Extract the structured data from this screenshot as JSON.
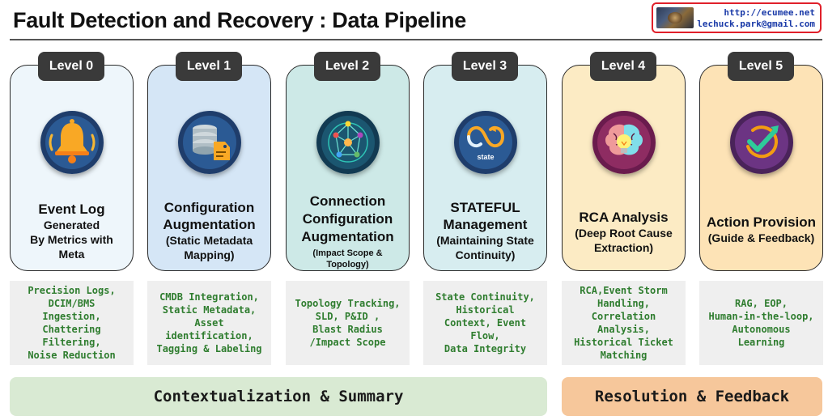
{
  "title": "Fault Detection and Recovery : Data Pipeline",
  "credit": {
    "url": "http://ecumee.net",
    "email": "lechuck.park@gmail.com"
  },
  "levels": [
    {
      "badge": "Level 0",
      "icon": "bell-icon",
      "heading": "Event Log",
      "sub": "Generated\nBy Metrics with\nMeta",
      "details": "Precision Logs,\nDCIM/BMS\nIngestion,\nChattering\nFiltering,\nNoise Reduction"
    },
    {
      "badge": "Level 1",
      "icon": "database-tag-icon",
      "heading": "Configuration\nAugmentation",
      "sub": "(Static Metadata\nMapping)",
      "details": "CMDB Integration,\nStatic Metadata,\nAsset\nidentification,\nTagging & Labeling"
    },
    {
      "badge": "Level 2",
      "icon": "network-icon",
      "heading": "Connection\nConfiguration\nAugmentation",
      "sub": "(Impact Scope &\nTopology)",
      "details": "Topology Tracking,\nSLD, P&ID ,\nBlast Radius\n/Impact Scope"
    },
    {
      "badge": "Level 3",
      "icon": "state-cycle-icon",
      "icon_label": "state",
      "heading": "STATEFUL\nManagement",
      "sub": "(Maintaining State\nContinuity)",
      "details": "State Continuity,\nHistorical\nContext, Event\nFlow,\nData Integrity"
    },
    {
      "badge": "Level 4",
      "icon": "brain-bulb-icon",
      "heading": "RCA Analysis",
      "sub": "(Deep Root Cause\nExtraction)",
      "details": "RCA,Event Storm\nHandling,\nCorrelation\nAnalysis,\nHistorical Ticket\nMatching"
    },
    {
      "badge": "Level 5",
      "icon": "check-arrow-icon",
      "heading": "Action Provision",
      "sub": "(Guide & Feedback)",
      "details": "RAG, EOP,\nHuman-in-the-loop,\nAutonomous\nLearning"
    }
  ],
  "bands": {
    "left": "Contextualization & Summary",
    "right": "Resolution & Feedback"
  },
  "colors": {
    "card_bg": [
      "#eef6fb",
      "#d5e6f6",
      "#cde9e7",
      "#d7edf0",
      "#fcebc4",
      "#fde3b6"
    ],
    "band_left": "#d9ead3",
    "band_right": "#f6c79b",
    "detail_text": "#2f7d2f"
  }
}
